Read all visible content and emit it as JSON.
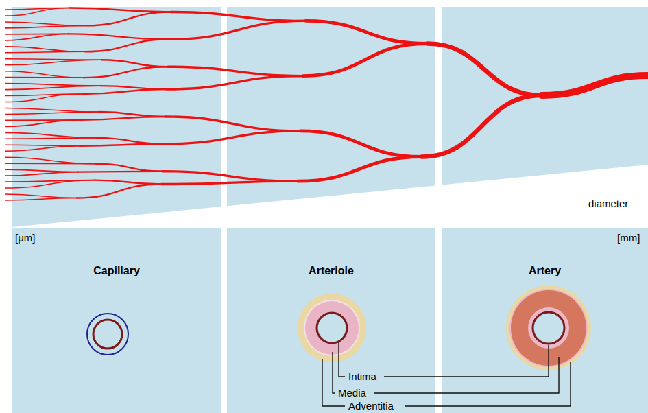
{
  "diagram": {
    "nodes": [
      {
        "text": [
          "Capillary"
        ]
      },
      {
        "text": [
          "Arteriole"
        ]
      },
      {
        "text": [
          "Artery"
        ]
      }
    ],
    "labels": [
      "diameter",
      "[μm]",
      "[mm]",
      "Intima",
      "Media",
      "Adventitia"
    ]
  }
}
